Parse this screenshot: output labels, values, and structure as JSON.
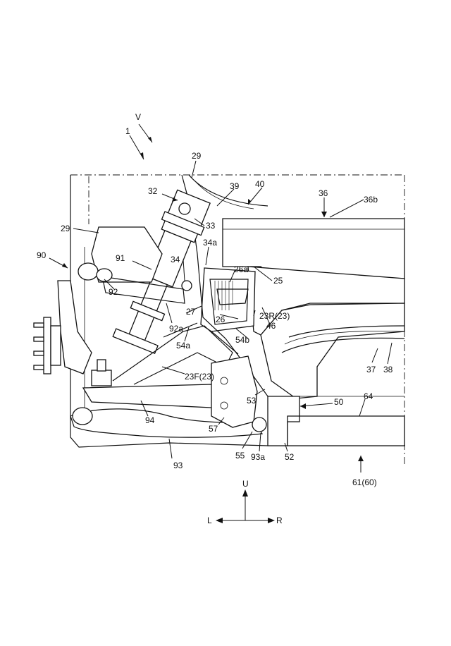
{
  "labels": {
    "l_v": "V",
    "l_1": "1",
    "l_29_top": "29",
    "l_32": "32",
    "l_39": "39",
    "l_40": "40",
    "l_36": "36",
    "l_36b": "36b",
    "l_29_left": "29",
    "l_33": "33",
    "l_90": "90",
    "l_91": "91",
    "l_34a": "34a",
    "l_34": "34",
    "l_26a": "26a",
    "l_25": "25",
    "l_92": "92",
    "l_27": "27",
    "l_23r": "23R(23)",
    "l_26": "26",
    "l_92a": "92a",
    "l_46": "46",
    "l_54a": "54a",
    "l_54b": "54b",
    "l_37": "37",
    "l_38": "38",
    "l_23f": "23F(23)",
    "l_53": "53",
    "l_50": "50",
    "l_64": "64",
    "l_94": "94",
    "l_57": "57",
    "l_55": "55",
    "l_93a": "93a",
    "l_52": "52",
    "l_93": "93",
    "l_61": "61(60)",
    "l_u": "U",
    "l_l": "L",
    "l_r": "R"
  }
}
